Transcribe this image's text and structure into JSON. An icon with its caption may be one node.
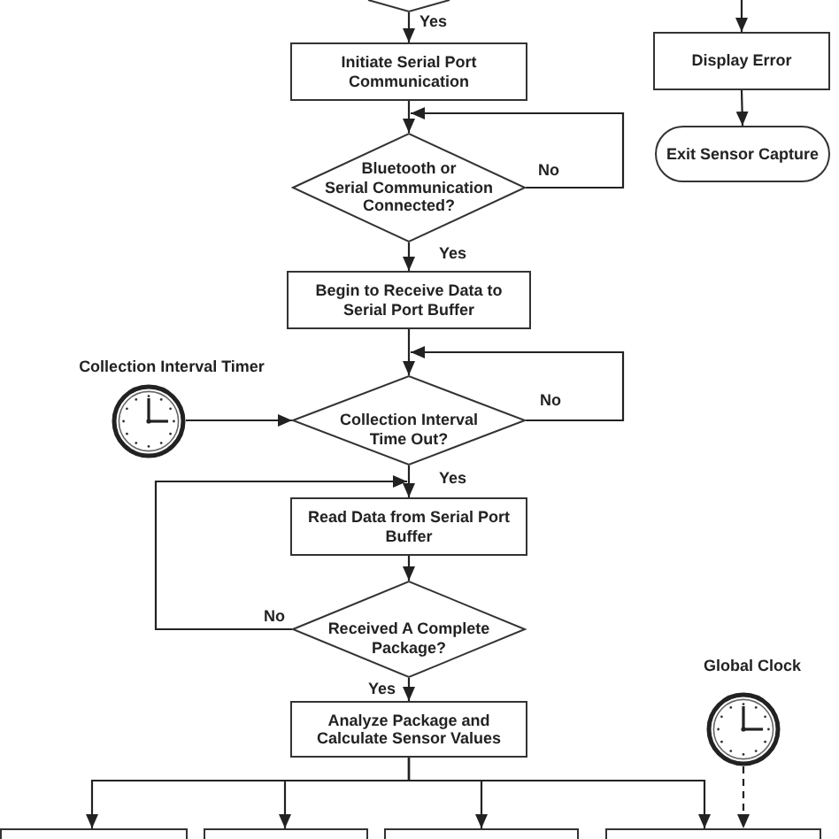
{
  "diagram": {
    "nodes": [
      {
        "text": [],
        "shape": "diamond"
      },
      {
        "text": [
          "Initiate Serial Port Communication"
        ]
      },
      {
        "text": [
          "Display Error"
        ]
      },
      {
        "text": [
          "Exit Sensor Capture"
        ]
      },
      {
        "text": [
          "Bluetooth or Serial Communication Connected?"
        ]
      },
      {
        "text": [
          "Begin to Receive Data to Serial Port Buffer"
        ]
      },
      {
        "text": [
          "Collection Interval Timer"
        ]
      },
      {
        "text": [
          "Collection Interval Time Out?"
        ]
      },
      {
        "text": [
          "Read Data from Serial Port Buffer"
        ]
      },
      {
        "text": [
          "Received A Complete Package?"
        ]
      },
      {
        "text": [
          "Global Clock"
        ]
      },
      {
        "text": [
          "Analyze Package and Calculate Sensor Values"
        ]
      },
      {
        "text": [],
        "shape": "box"
      },
      {
        "text": [],
        "shape": "box"
      },
      {
        "text": [],
        "shape": "box"
      },
      {
        "text": [],
        "shape": "box"
      }
    ],
    "edges": [
      {
        "from": 0,
        "to": 1,
        "arrow": "to",
        "label": "Yes"
      },
      {
        "from": null,
        "to": 2,
        "arrow": "to"
      },
      {
        "from": 2,
        "to": 3,
        "arrow": "to"
      },
      {
        "from": 1,
        "to": 4,
        "arrow": "to"
      },
      {
        "from": 4,
        "to": 4,
        "arrow": "to",
        "label": "No"
      },
      {
        "from": 4,
        "to": 5,
        "arrow": "to",
        "label": "Yes"
      },
      {
        "from": 5,
        "to": 7,
        "arrow": "to"
      },
      {
        "from": 6,
        "to": 7,
        "arrow": "to"
      },
      {
        "from": 7,
        "to": 7,
        "arrow": "to",
        "label": "No"
      },
      {
        "from": 7,
        "to": 8,
        "arrow": "to",
        "label": "Yes"
      },
      {
        "from": 8,
        "to": 9,
        "arrow": "to"
      },
      {
        "from": 9,
        "to": 8,
        "arrow": "to",
        "label": "No"
      },
      {
        "from": 9,
        "to": 11,
        "arrow": "to",
        "label": "Yes"
      },
      {
        "from": 11,
        "to": 12,
        "arrow": "to"
      },
      {
        "from": 11,
        "to": 13,
        "arrow": "to"
      },
      {
        "from": 11,
        "to": 14,
        "arrow": "to"
      },
      {
        "from": 11,
        "to": 15,
        "arrow": "to"
      },
      {
        "from": 10,
        "to": 15,
        "arrow": "to",
        "style": "dashed"
      }
    ]
  }
}
